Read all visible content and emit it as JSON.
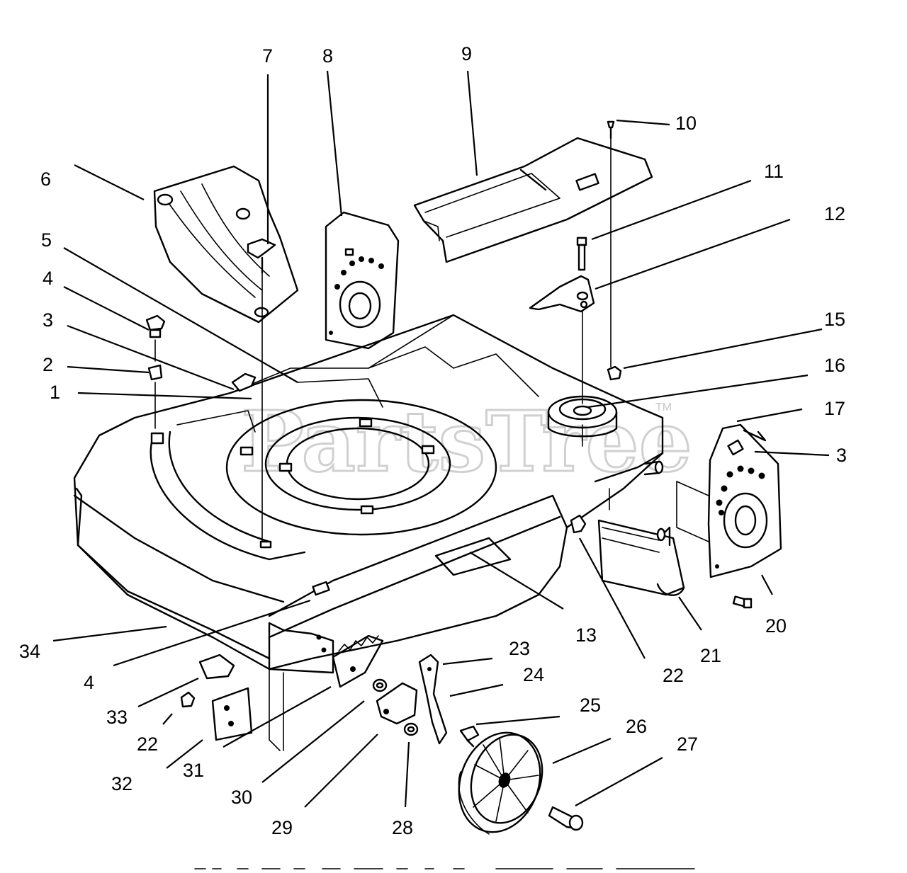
{
  "watermark": {
    "text": "PartsTree",
    "mark": "TM"
  },
  "callouts": [
    "1",
    "2",
    "3",
    "4",
    "5",
    "6",
    "7",
    "8",
    "9",
    "10",
    "11",
    "12",
    "13",
    "15",
    "16",
    "17",
    "3",
    "20",
    "21",
    "22",
    "23",
    "24",
    "25",
    "26",
    "27",
    "28",
    "29",
    "30",
    "31",
    "32",
    "22",
    "33",
    "4",
    "34"
  ]
}
